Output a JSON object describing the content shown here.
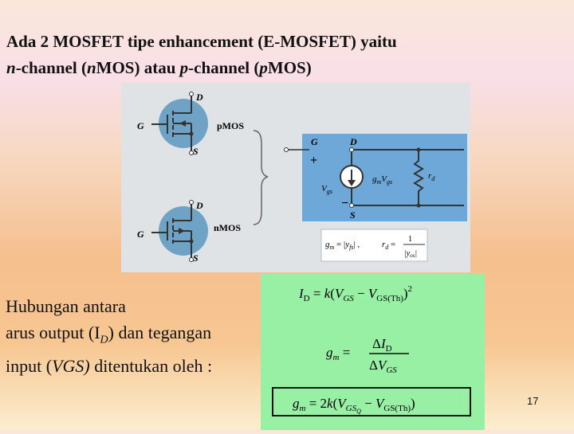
{
  "title": {
    "line1": "Ada 2 MOSFET tipe enhancement (E-MOSFET) yaitu",
    "line2": "n-channel (nMOS) atau p-channel (pMOS)"
  },
  "figure": {
    "pmos": {
      "d": "D",
      "g": "G",
      "s": "S",
      "label": "pMOS"
    },
    "nmos": {
      "d": "D",
      "g": "G",
      "s": "S",
      "label": "nMOS"
    },
    "model": {
      "g": "G",
      "d": "D",
      "s": "S",
      "plus": "+",
      "minus": "−",
      "vgs": "V",
      "vgs_sub": "gs",
      "gm": "g",
      "gm_sub": "m",
      "gm_v": "V",
      "gm_v_sub": "gs",
      "rd": "r",
      "rd_sub": "d"
    },
    "formula": "g_m = |y_fs| , r_d = 1/|y_os|"
  },
  "body": {
    "line1": "Hubungan antara",
    "line2_pre": "arus output (I",
    "line2_sub": "D",
    "line2_post": ") dan tegangan",
    "line3_pre": "input (",
    "line3_em": "VGS)",
    "line3_post": " ditentukan oleh :"
  },
  "equations": {
    "eq1": "I_D = k(V_GS − V_GS(Th))²",
    "eq2": "g_m = ΔI_D / ΔV_GS",
    "eq3": "g_m = 2k(V_GSQ − V_GS(Th))"
  },
  "page_number": "17",
  "colors": {
    "figure_bg": "#dfe3e6",
    "model_bg": "#6ea8d8",
    "mosfet_circle": "#6fa3c6",
    "equation_bg": "#97f0a4"
  }
}
